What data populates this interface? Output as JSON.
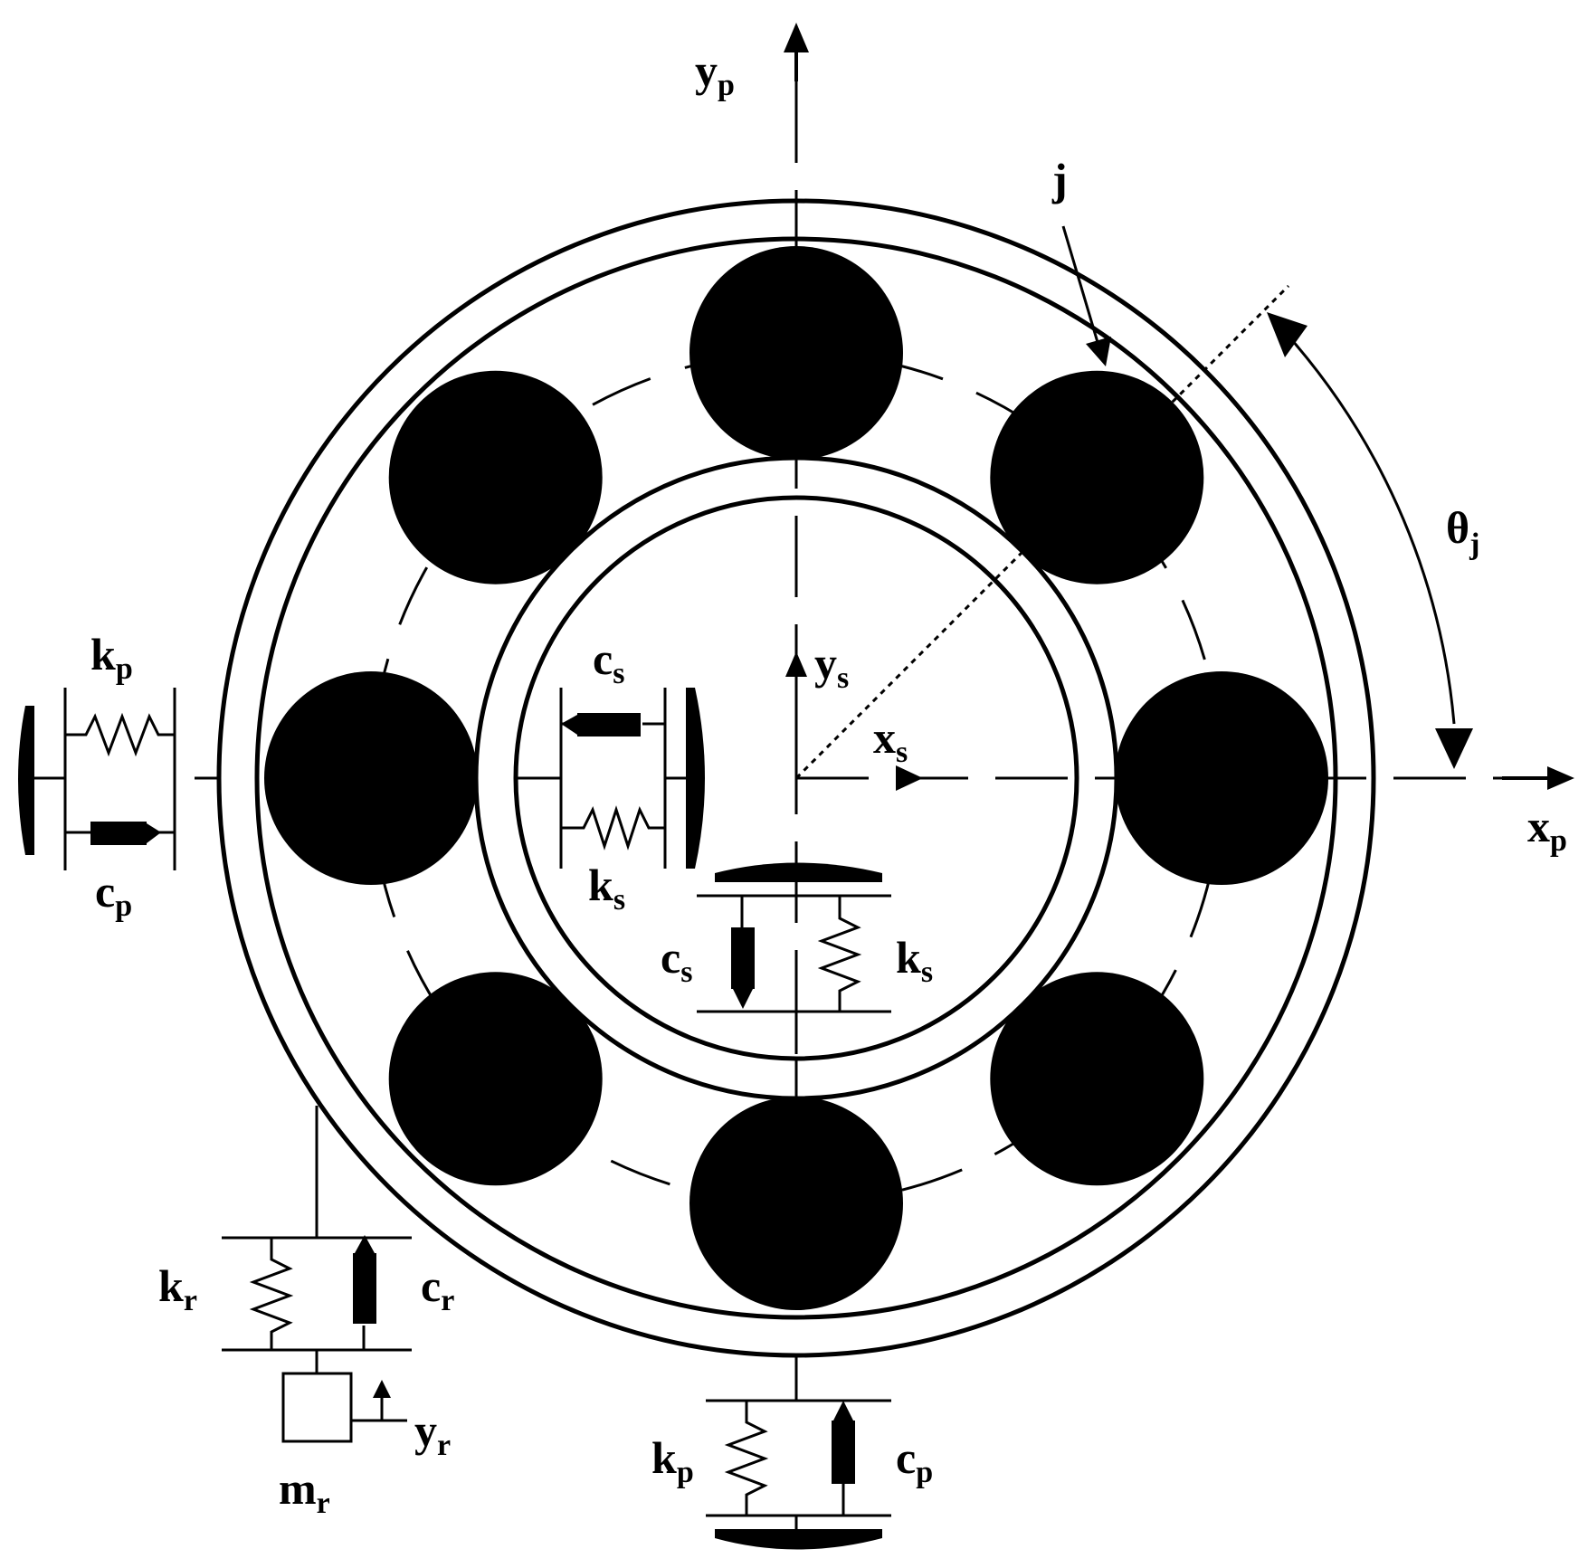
{
  "figure": {
    "labels": {
      "yp": {
        "base": "y",
        "sub": "p"
      },
      "xp": {
        "base": "x",
        "sub": "p"
      },
      "ys": {
        "base": "y",
        "sub": "s"
      },
      "xs": {
        "base": "x",
        "sub": "s"
      },
      "j": {
        "base": "j"
      },
      "theta": {
        "base": "θ",
        "sub": "j"
      },
      "kp_left": {
        "base": "k",
        "sub": "p"
      },
      "cp_left": {
        "base": "c",
        "sub": "p"
      },
      "cs_inner": {
        "base": "c",
        "sub": "s"
      },
      "ks_inner": {
        "base": "k",
        "sub": "s"
      },
      "cs_lower": {
        "base": "c",
        "sub": "s"
      },
      "ks_lower": {
        "base": "k",
        "sub": "s"
      },
      "kr": {
        "base": "k",
        "sub": "r"
      },
      "cr": {
        "base": "c",
        "sub": "r"
      },
      "yr": {
        "base": "y",
        "sub": "r"
      },
      "mr": {
        "base": "m",
        "sub": "r"
      },
      "kp_bottom": {
        "base": "k",
        "sub": "p"
      },
      "cp_bottom": {
        "base": "c",
        "sub": "p"
      }
    },
    "rolling_element_count": 8,
    "line_color": "#000000",
    "ball_color": "#000000"
  }
}
